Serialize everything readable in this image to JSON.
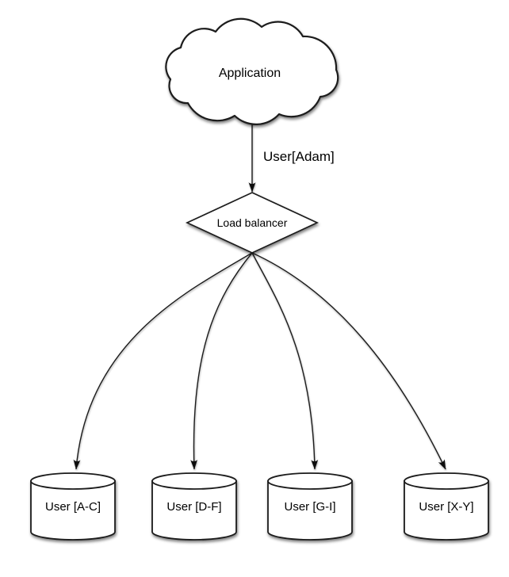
{
  "diagram": {
    "type": "sharding-architecture",
    "colors": {
      "background": "#ffffff",
      "stroke": "#1c1c1c",
      "shape_fill": "#ffffff",
      "text": "#000000"
    },
    "nodes": {
      "application": {
        "label": "Application",
        "shape": "cloud"
      },
      "load_balancer": {
        "label": "Load balancer",
        "shape": "diamond"
      },
      "shards": [
        {
          "label": "User [A-C]",
          "shape": "cylinder"
        },
        {
          "label": "User [D-F]",
          "shape": "cylinder"
        },
        {
          "label": "User [G-I]",
          "shape": "cylinder"
        },
        {
          "label": "User [X-Y]",
          "shape": "cylinder"
        }
      ]
    },
    "edges": {
      "request": {
        "label": "User[Adam]",
        "from": "application",
        "to": "load_balancer"
      },
      "fanout": [
        {
          "from": "load_balancer",
          "to": "User [A-C]"
        },
        {
          "from": "load_balancer",
          "to": "User [D-F]"
        },
        {
          "from": "load_balancer",
          "to": "User [G-I]"
        },
        {
          "from": "load_balancer",
          "to": "User [X-Y]"
        }
      ]
    }
  }
}
